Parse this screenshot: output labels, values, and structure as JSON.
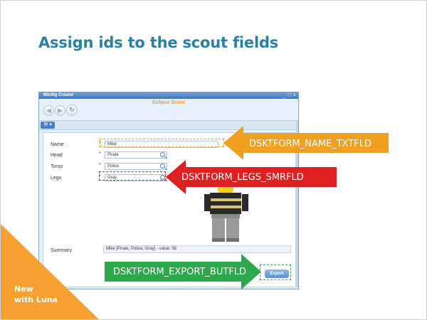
{
  "slide": {
    "title": "Assign ids to the scout fields",
    "badge_line1": "New",
    "badge_line2": "with Luna"
  },
  "window": {
    "title": "Minifig Creator",
    "app_name": "Eclipse Scout",
    "controls": [
      "_",
      "□",
      "×"
    ]
  },
  "nav": {
    "back_icon": "back-arrow-icon",
    "forward_icon": "forward-arrow-icon",
    "refresh_icon": "refresh-icon"
  },
  "toolbar": {
    "menu_label": "⚒ ▾"
  },
  "form": {
    "name": {
      "label": "Name",
      "required": "*",
      "value": "Mike"
    },
    "head": {
      "label": "Head",
      "required": "*",
      "value": "Pirate"
    },
    "torso": {
      "label": "Torso",
      "required": "*",
      "value": "Police"
    },
    "legs": {
      "label": "Legs",
      "required": "*",
      "value": "Gray"
    },
    "summary": {
      "label": "Summary",
      "value": "Mike [Pirate, Police, Gray] - value: 56"
    },
    "export_label": "Export"
  },
  "arrows": {
    "name_id": "DSKTFORM_NAME_TXTFLD",
    "legs_id": "DSKTFORM_LEGS_SMRFLD",
    "export_id": "DSKTFORM_EXPORT_BUTFLD"
  },
  "colors": {
    "title": "#2a7fa5",
    "orange": "#f0a020",
    "red": "#e02020",
    "green": "#2aa84a",
    "badge": "#f5a030"
  }
}
